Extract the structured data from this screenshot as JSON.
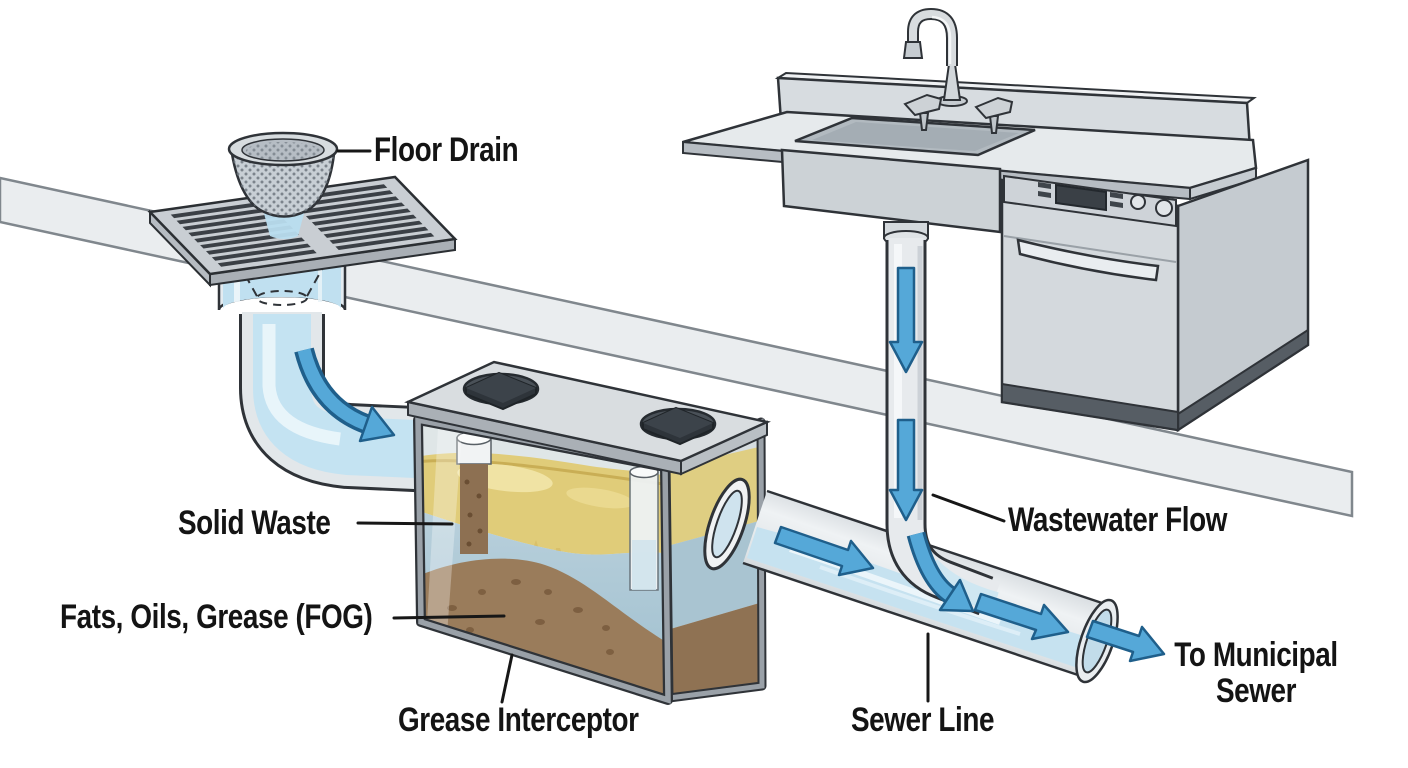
{
  "diagram": {
    "type": "grease-interceptor-plumbing-diagram",
    "labels": {
      "floor_drain": "Floor Drain",
      "solid_waste": "Solid Waste",
      "fog": "Fats, Oils, Grease (FOG)",
      "grease_interceptor": "Grease Interceptor",
      "sewer_line": "Sewer Line",
      "wastewater_flow": "Wastewater Flow",
      "municipal_line1": "To Municipal",
      "municipal_line2": "Sewer"
    },
    "colors": {
      "background": "#ffffff",
      "label_text": "#141414",
      "arrow_blue": "#55a8d8",
      "arrow_outline": "#1f5f8b",
      "water_light": "#c6e2f0",
      "fog_yellow": "#e0cc79",
      "sediment_brown": "#9a7c5b",
      "pipe_gray": "#e6eaed",
      "metal_gray": "#d4d9dd",
      "outline_dark": "#2f3338"
    }
  }
}
